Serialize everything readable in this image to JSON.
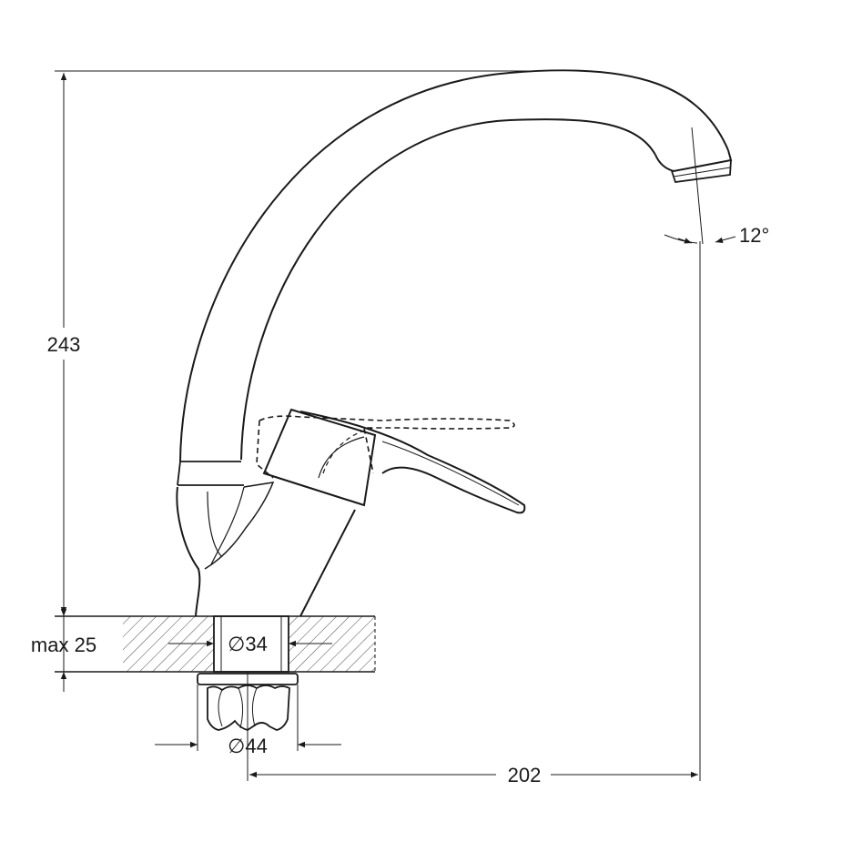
{
  "dimensions": {
    "total_height": "243",
    "max_thickness": "max 25",
    "hole_diameter": "∅34",
    "nut_diameter": "∅44",
    "reach": "202",
    "spout_angle": "12°"
  },
  "colors": {
    "line": "#1a1a1a",
    "background": "#ffffff"
  }
}
